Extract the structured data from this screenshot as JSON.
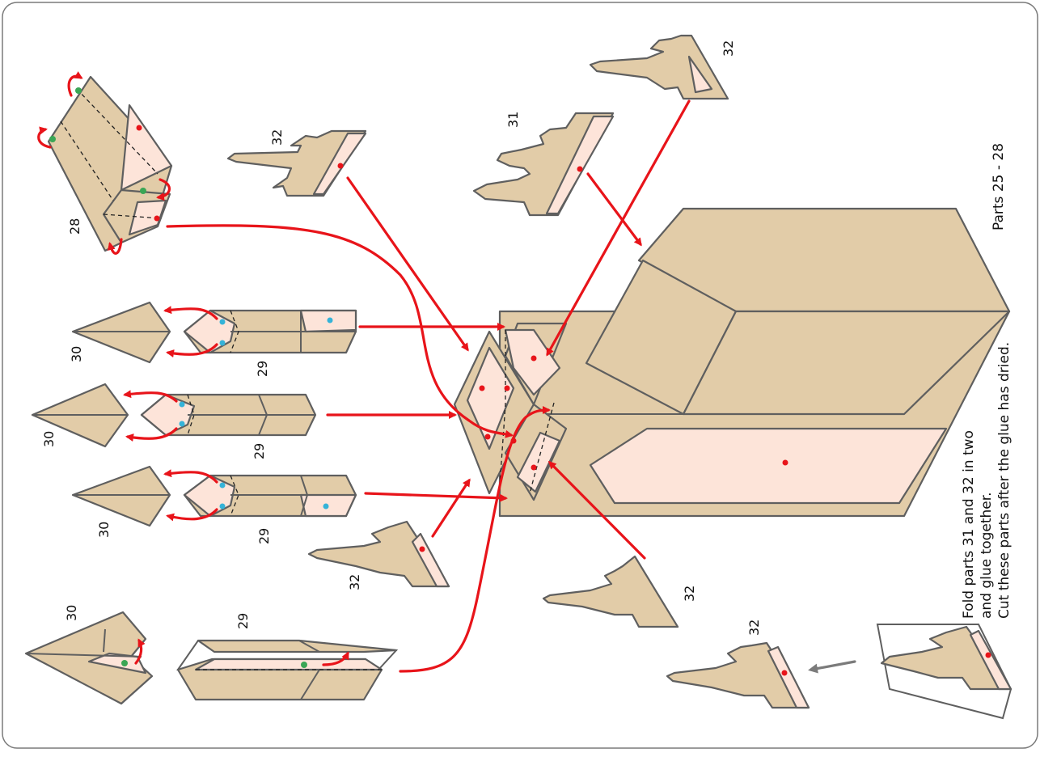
{
  "colors": {
    "frame": "#7a7a7a",
    "paper_tan": "#e2cca8",
    "paper_pink": "#fde4d9",
    "outline": "#5f5f5f",
    "arrow_red": "#e8141a",
    "arrow_gray": "#7b7b7b",
    "dot_red": "#e8141a",
    "dot_blue": "#35b3d8",
    "dot_green": "#3aa655"
  },
  "title": "Parts 25 - 28",
  "instructions": [
    "Fold parts 31 and 32 in two",
    "and glue together.",
    "Cut these parts after the glue has dried."
  ],
  "part_labels": [
    {
      "id": "28-top",
      "text": "28"
    },
    {
      "id": "32-a",
      "text": "32"
    },
    {
      "id": "31-a",
      "text": "31"
    },
    {
      "id": "32-b",
      "text": "32"
    },
    {
      "id": "30-a",
      "text": "30"
    },
    {
      "id": "29-a",
      "text": "29"
    },
    {
      "id": "30-b",
      "text": "30"
    },
    {
      "id": "29-b",
      "text": "29"
    },
    {
      "id": "30-c",
      "text": "30"
    },
    {
      "id": "29-c",
      "text": "29"
    },
    {
      "id": "32-c",
      "text": "32"
    },
    {
      "id": "32-d",
      "text": "32"
    },
    {
      "id": "30-d",
      "text": "30"
    },
    {
      "id": "29-d",
      "text": "29"
    },
    {
      "id": "32-e",
      "text": "32"
    }
  ]
}
